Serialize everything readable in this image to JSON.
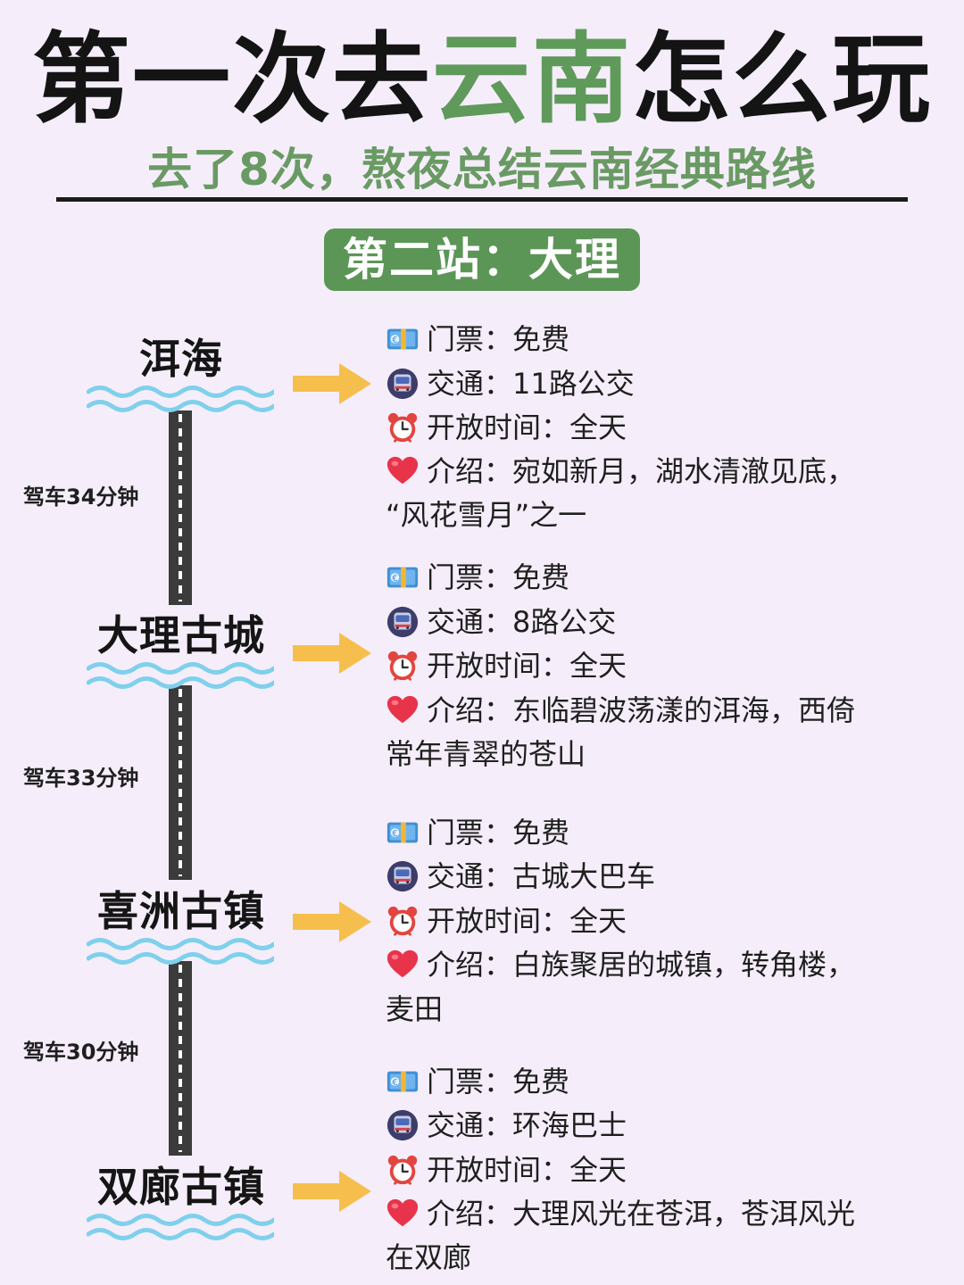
{
  "header": {
    "title_part1": "第一次去",
    "title_accent": "云南",
    "title_part2": "怎么玩",
    "subtitle": "去了8次，熬夜总结云南经典路线",
    "section_badge": "第二站：大理"
  },
  "colors": {
    "accent_green": "#5f9a5b",
    "badge_green": "#5c9657",
    "arrow_yellow": "#f6bf4d",
    "wave_blue": "#7fd0ec",
    "road_dark": "#3b3b3b"
  },
  "stops": [
    {
      "name": "洱海",
      "ticket": "门票：免费",
      "transport": "交通：11路公交",
      "hours": "开放时间：全天",
      "intro_line1": "介绍：宛如新月，湖水清澈见底，",
      "intro_line2": "“风花雪月”之一"
    },
    {
      "name": "大理古城",
      "ticket": "门票：免费",
      "transport": "交通：8路公交",
      "hours": "开放时间：全天",
      "intro_line1": "介绍：东临碧波荡漾的洱海，西倚",
      "intro_line2": "常年青翠的苍山"
    },
    {
      "name": "喜洲古镇",
      "ticket": "门票：免费",
      "transport": "交通：古城大巴车",
      "hours": "开放时间：全天",
      "intro_line1": "介绍：白族聚居的城镇，转角楼，",
      "intro_line2": "麦田"
    },
    {
      "name": "双廊古镇",
      "ticket": "门票：免费",
      "transport": "交通：环海巴士",
      "hours": "开放时间：全天",
      "intro_line1": "介绍：大理风光在苍洱，苍洱风光",
      "intro_line2": "在双廊"
    }
  ],
  "drives": [
    "驾车34分钟",
    "驾车33分钟",
    "驾车30分钟"
  ],
  "icons": {
    "ticket": "ticket-icon",
    "transport": "metro-icon",
    "hours": "alarm-clock-icon",
    "intro": "heart-icon",
    "arrow": "arrow-right-icon",
    "waves": "water-waves-icon"
  }
}
